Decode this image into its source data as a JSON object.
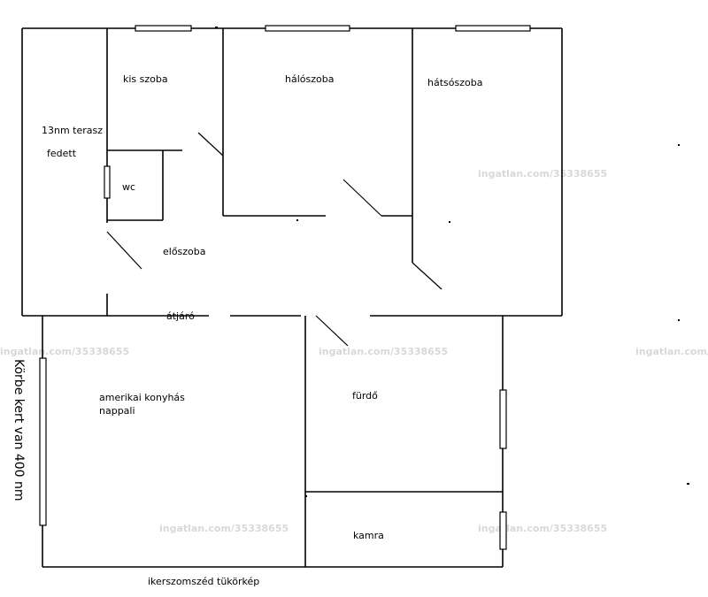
{
  "rooms": {
    "kis_szoba": "kis szoba",
    "haloszoba": "hálószoba",
    "hatsoszoba": "hátsószoba",
    "terasz_line1": "13nm terasz",
    "terasz_line2": "fedett",
    "wc": "wc",
    "eloszoba": "előszoba",
    "atjaro": "átjáró",
    "nappali_line1": "amerikai konyhás",
    "nappali_line2": "nappali",
    "furdo": "fürdő",
    "kamra": "kamra"
  },
  "notes": {
    "garden": "Körbe kert van 400 nm",
    "neighbor": "ikerszomszéd tükörkép"
  },
  "watermark": {
    "text": "ingatlan.com/35338655"
  },
  "colors": {
    "wall": "#000000",
    "watermark": "#d8d8d8",
    "background": "#ffffff"
  }
}
